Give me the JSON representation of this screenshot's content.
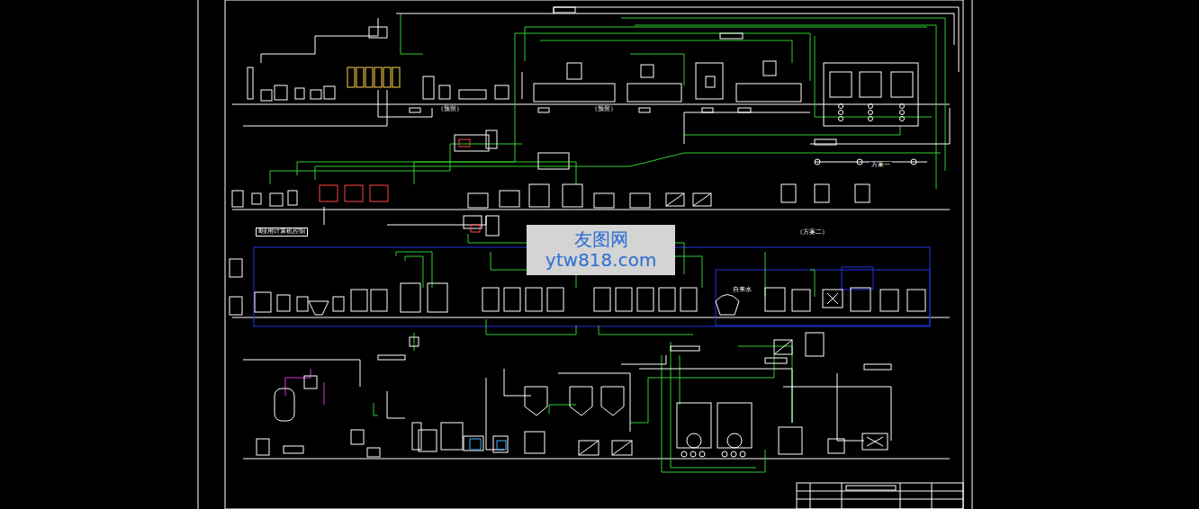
{
  "diagram": {
    "nodes": [
      {
        "text": [
          "友图网",
          "ytw818.com"
        ]
      }
    ],
    "labels": [
      "（预留）",
      "（预留）",
      "方案一",
      "（方案二）",
      "Ⅱ段用计算机控制",
      "自来水"
    ]
  }
}
